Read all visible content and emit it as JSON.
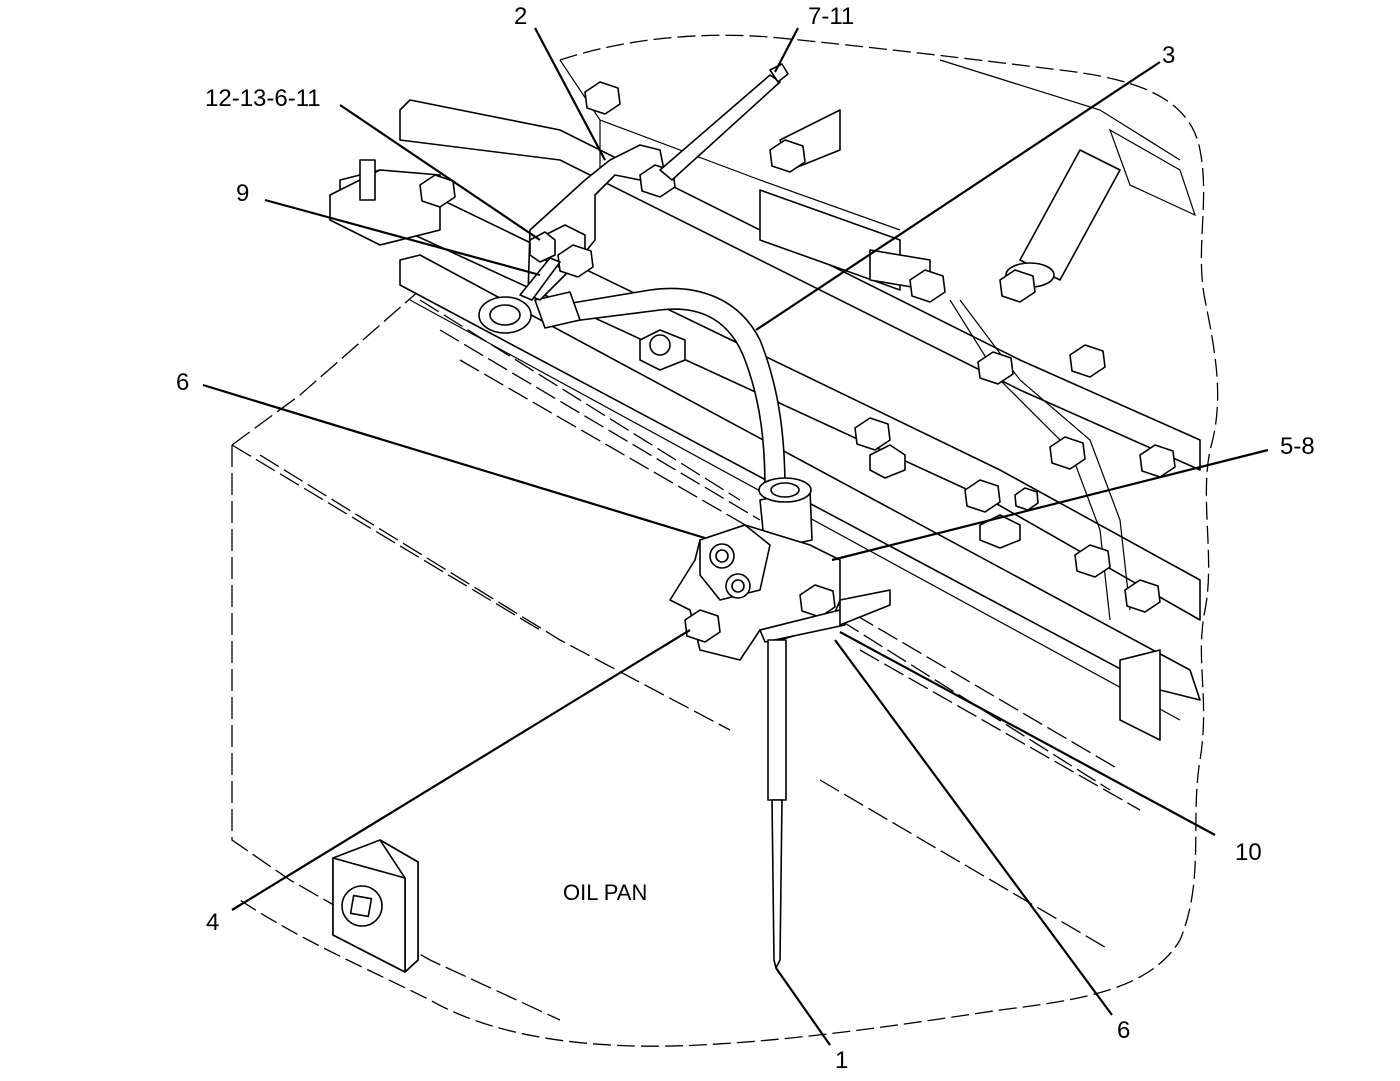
{
  "diagram": {
    "area_label": "OIL PAN",
    "callouts": [
      {
        "id": "c-1",
        "text": "1"
      },
      {
        "id": "c-2",
        "text": "2"
      },
      {
        "id": "c-3",
        "text": "3"
      },
      {
        "id": "c-4",
        "text": "4"
      },
      {
        "id": "c-5-8",
        "text": "5-8"
      },
      {
        "id": "c-6-left",
        "text": "6"
      },
      {
        "id": "c-6-bottom",
        "text": "6"
      },
      {
        "id": "c-7-11",
        "text": "7-11"
      },
      {
        "id": "c-9",
        "text": "9"
      },
      {
        "id": "c-10",
        "text": "10"
      },
      {
        "id": "c-12-13-6-11",
        "text": "12-13-6-11"
      }
    ]
  }
}
